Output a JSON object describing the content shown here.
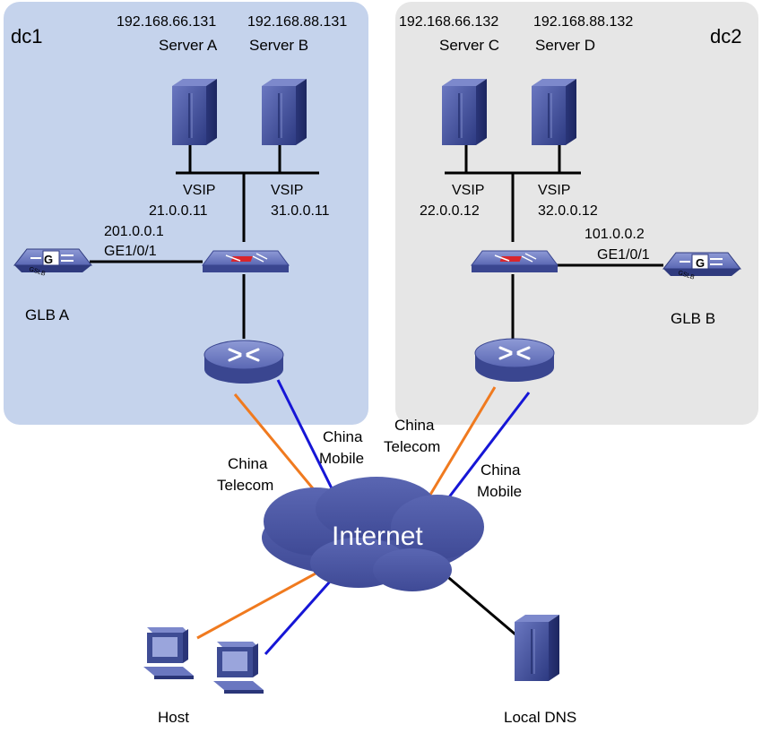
{
  "zones": {
    "dc1": {
      "label": "dc1",
      "color": "#c5d3ec"
    },
    "dc2": {
      "label": "dc2",
      "color": "#e6e6e6"
    }
  },
  "servers": {
    "a": {
      "ip": "192.168.66.131",
      "name": "Server A"
    },
    "b": {
      "ip": "192.168.88.131",
      "name": "Server B"
    },
    "c": {
      "ip": "192.168.66.132",
      "name": "Server C"
    },
    "d": {
      "ip": "192.168.88.132",
      "name": "Server D"
    }
  },
  "vsips": {
    "a": {
      "label": "VSIP",
      "ip": "21.0.0.11"
    },
    "b": {
      "label": "VSIP",
      "ip": "31.0.0.11"
    },
    "c": {
      "label": "VSIP",
      "ip": "22.0.0.12"
    },
    "d": {
      "label": "VSIP",
      "ip": "32.0.0.12"
    }
  },
  "glb": {
    "a": {
      "name": "GLB A",
      "ip": "201.0.0.1",
      "port": "GE1/0/1",
      "badge": "GSLB",
      "glyph": "G"
    },
    "b": {
      "name": "GLB B",
      "ip": "101.0.0.2",
      "port": "GE1/0/1",
      "badge": "GSLB",
      "glyph": "G"
    }
  },
  "isp": {
    "dc1_mobile": {
      "line1": "China",
      "line2": "Mobile"
    },
    "dc1_telecom": {
      "line1": "China",
      "line2": "Telecom"
    },
    "dc2_telecom": {
      "line1": "China",
      "line2": "Telecom"
    },
    "dc2_mobile": {
      "line1": "China",
      "line2": "Mobile"
    }
  },
  "cloud_label": "Internet",
  "host_label": "Host",
  "dns_label": "Local DNS",
  "colors": {
    "telecom": "#f07a1f",
    "mobile": "#1616d6",
    "device": "#3e4c94",
    "cloud": "#4a56a0"
  }
}
